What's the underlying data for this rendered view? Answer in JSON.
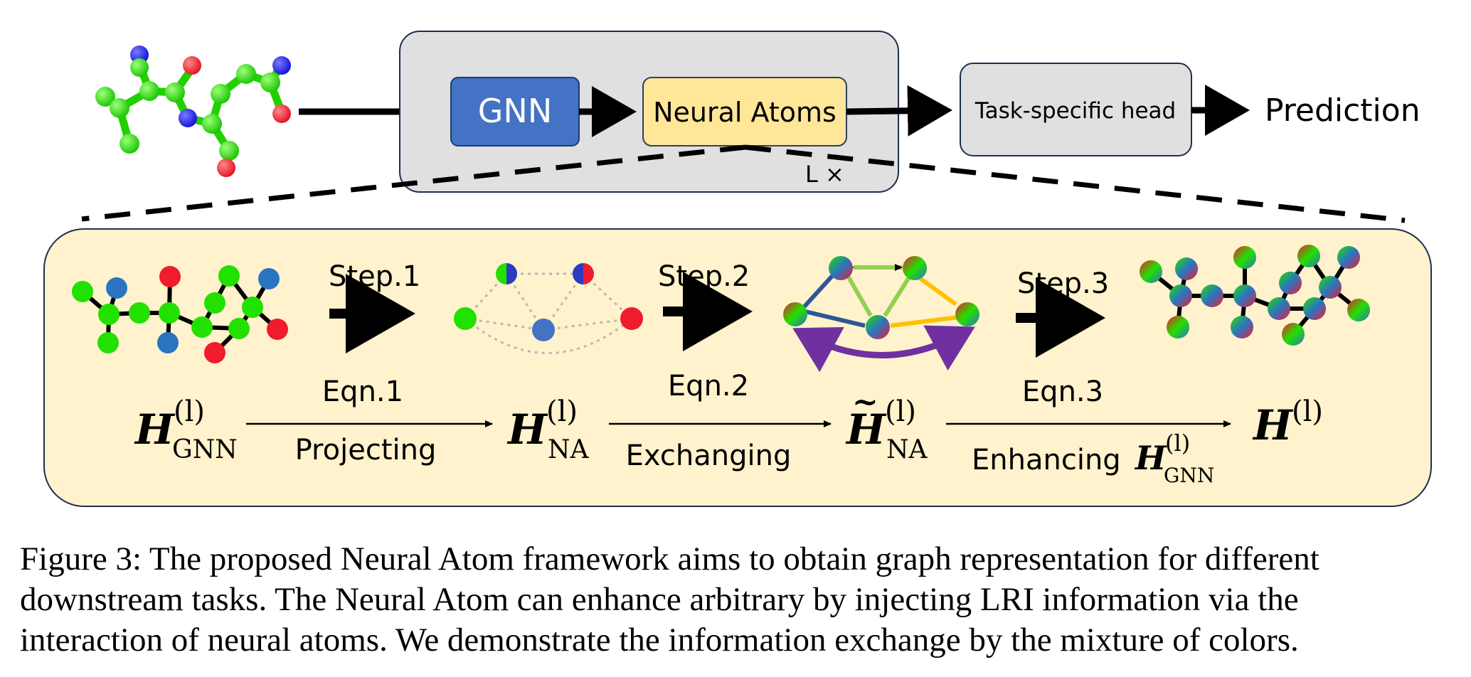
{
  "top": {
    "gnn_label": "GNN",
    "neural_atoms_label": "Neural Atoms",
    "repeat_label": "L ×",
    "head_label": "Task-specific head",
    "prediction_label": "Prediction"
  },
  "steps": {
    "step1": "Step.1",
    "step2": "Step.2",
    "step3": "Step.3"
  },
  "equations": {
    "eqn1": "Eqn.1",
    "eqn2": "Eqn.2",
    "eqn3": "Eqn.3",
    "verb1": "Projecting",
    "verb2": "Exchanging",
    "verb3": "Enhancing",
    "sym_H": "H",
    "sup_l": "(l)",
    "sub_gnn": "GNN",
    "sub_na": "NA",
    "tilde": "~"
  },
  "caption": {
    "line1": "Figure 3: The proposed Neural Atom framework aims to obtain graph representation for different",
    "line2": "downstream tasks. The Neural Atom can enhance arbitrary by injecting LRI information via the",
    "line3": "interaction of neural atoms. We demonstrate the information exchange by the mixture of colors."
  },
  "colors": {
    "green": "#22e000",
    "blue": "#2a74c2",
    "red": "#ee1c2c",
    "gnn_box": "#4472c4",
    "neural_atoms_box": "#ffe699",
    "panel": "#fff2cc",
    "gray_box": "#e0e0e0",
    "purple": "#7030a0",
    "orange": "#ffc000",
    "light_green": "#92d050",
    "dark_blue": "#2f5597"
  }
}
